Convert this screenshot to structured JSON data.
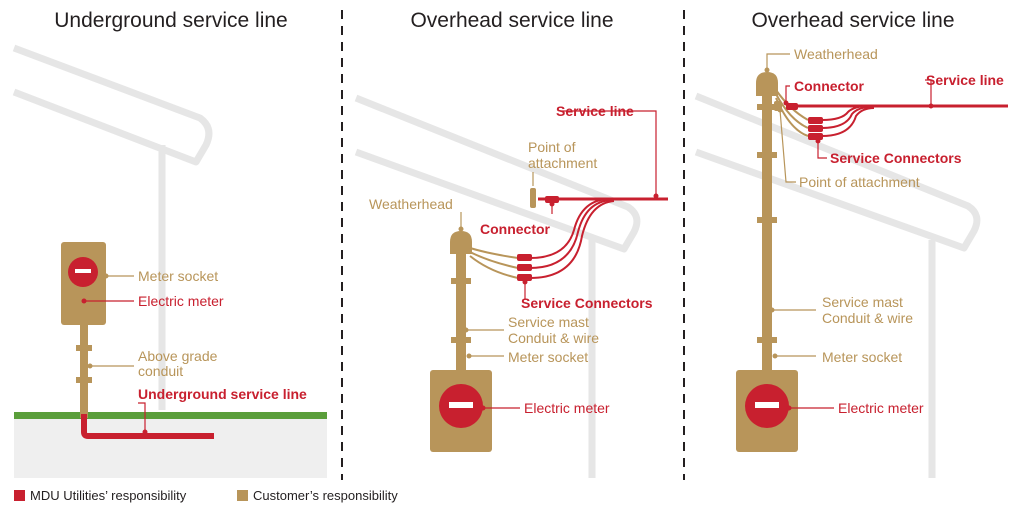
{
  "colors": {
    "utility_red": "#c8202f",
    "customer_tan": "#b8955a",
    "house_outline": "#e6e6e6",
    "grass": "#5a9e3a",
    "ground": "#efefef",
    "divider": "#231f20"
  },
  "panels": {
    "underground": {
      "title": "Underground service line",
      "meter_socket": "Meter socket",
      "electric_meter": "Electric meter",
      "above_grade_1": "Above grade",
      "above_grade_2": "conduit",
      "service_line": "Underground service line"
    },
    "overhead_a": {
      "title": "Overhead service line",
      "service_line": "Service line",
      "point_1": "Point of",
      "point_2": "attachment",
      "weatherhead": "Weatherhead",
      "connector": "Connector",
      "service_connectors": "Service Connectors",
      "mast_1": "Service mast",
      "mast_2": "Conduit & wire",
      "meter_socket": "Meter socket",
      "electric_meter": "Electric meter"
    },
    "overhead_b": {
      "title": "Overhead service line",
      "weatherhead": "Weatherhead",
      "connector": "Connector",
      "service_line": "Service line",
      "service_connectors": "Service Connectors",
      "point_of_attachment": "Point of attachment",
      "mast_1": "Service mast",
      "mast_2": "Conduit & wire",
      "meter_socket": "Meter socket",
      "electric_meter": "Electric meter"
    }
  },
  "legend": {
    "utility": "MDU Utilities’ responsibility",
    "customer": "Customer’s responsibility"
  }
}
